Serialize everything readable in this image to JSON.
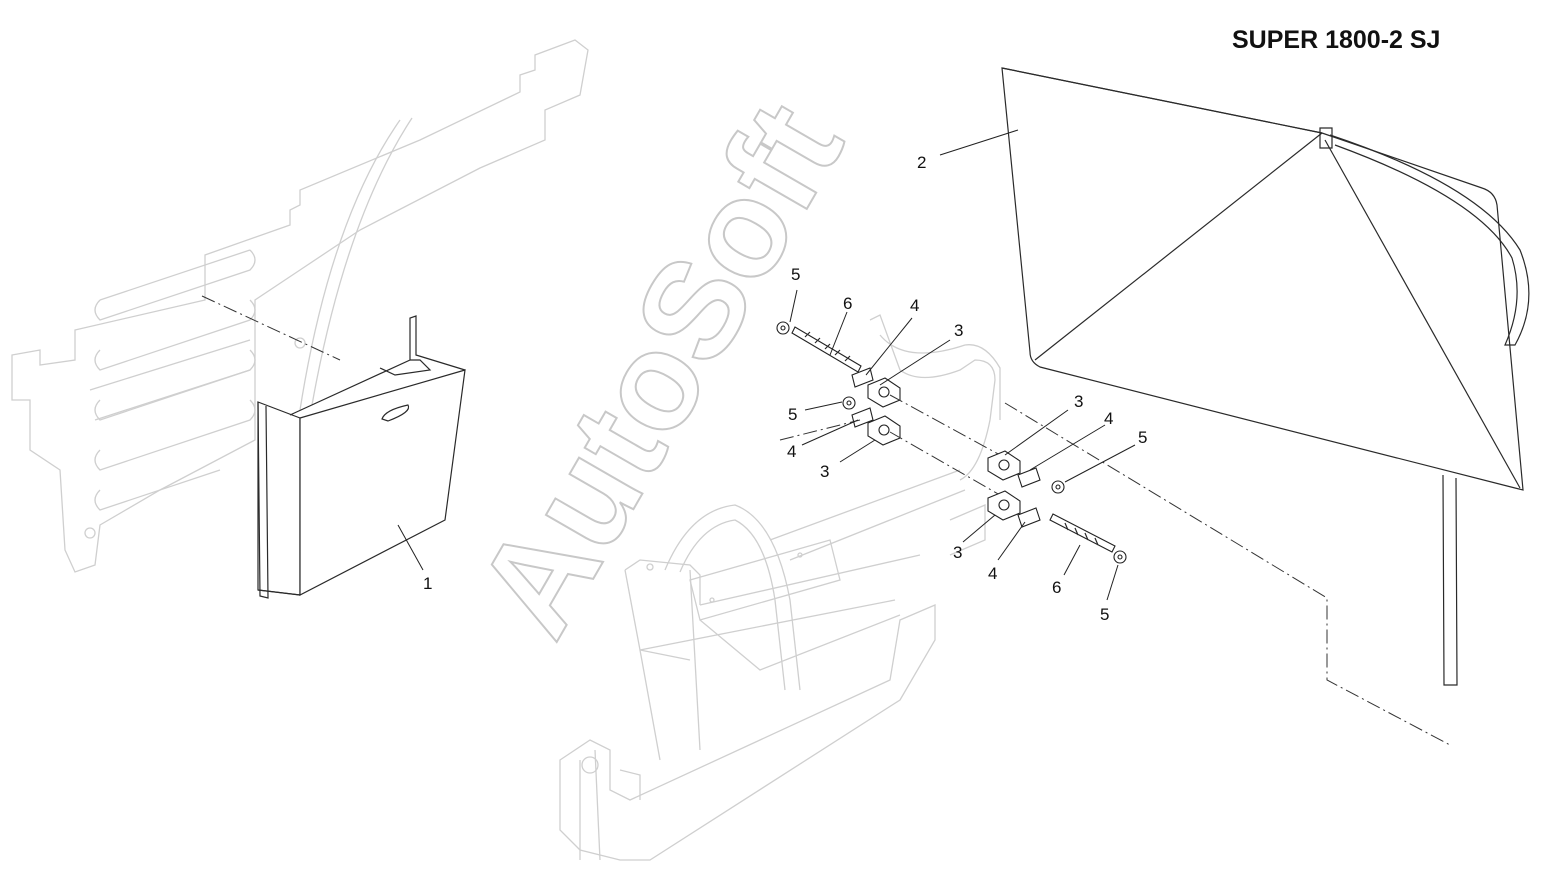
{
  "title": "SUPER 1800-2 SJ",
  "watermark": "AutoSoft",
  "callouts": [
    {
      "id": "c1",
      "text": "1"
    },
    {
      "id": "c2",
      "text": "2"
    },
    {
      "id": "c5a",
      "text": "5"
    },
    {
      "id": "c6a",
      "text": "6"
    },
    {
      "id": "c4a",
      "text": "4"
    },
    {
      "id": "c3a",
      "text": "3"
    },
    {
      "id": "c5b",
      "text": "5"
    },
    {
      "id": "c4b",
      "text": "4"
    },
    {
      "id": "c3b",
      "text": "3"
    },
    {
      "id": "c3c",
      "text": "3"
    },
    {
      "id": "c4c",
      "text": "4"
    },
    {
      "id": "c5c",
      "text": "5"
    },
    {
      "id": "c3d",
      "text": "3"
    },
    {
      "id": "c4d",
      "text": "4"
    },
    {
      "id": "c6b",
      "text": "6"
    },
    {
      "id": "c5d",
      "text": "5"
    }
  ]
}
